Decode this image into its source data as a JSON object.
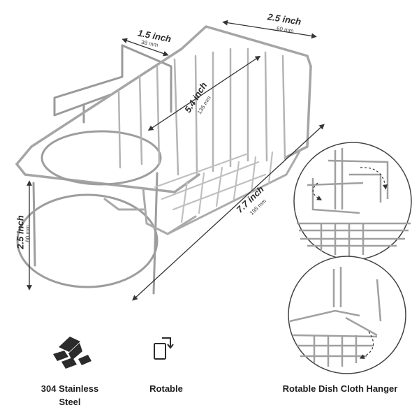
{
  "dimensions": {
    "top_width": {
      "inch": "2.5 inch",
      "mm": "60 mm"
    },
    "hook_depth": {
      "inch": "1.5 inch",
      "mm": "38 mm"
    },
    "inner_length": {
      "inch": "5.4 inch",
      "mm": "136 mm"
    },
    "total_length": {
      "inch": "7.7 inch",
      "mm": "195 mm"
    },
    "height": {
      "inch": "2.5 inch",
      "mm": "60 mm"
    }
  },
  "features": {
    "steel": {
      "icon": "steel-ingots-icon",
      "line1": "304 Stainless",
      "line2": "Steel"
    },
    "rotable": {
      "icon": "rotate-icon",
      "label": "Rotable"
    },
    "hanger": {
      "label": "Rotable Dish Cloth Hanger"
    }
  },
  "colors": {
    "wire": "#8a8a8a",
    "wire_light": "#cfcfcf",
    "icon": "#2b2b2b"
  }
}
